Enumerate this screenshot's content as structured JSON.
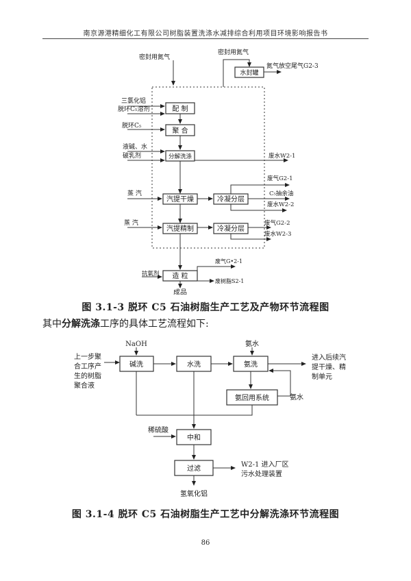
{
  "header": {
    "title": "南京源港精细化工有限公司树脂装置洗涤水减排综合利用项目环境影响报告书"
  },
  "figure1": {
    "inputs": {
      "seal_n2_left": "密封用氮气",
      "seal_n2_right": "密封用氮气",
      "alcl3": "三氯化铝",
      "solvent": "脱环C₅溶剂",
      "c5": "脱环C₅",
      "lye_water": "液碱、水",
      "demulsifier": "破乳剂",
      "steam1": "蒸 汽",
      "steam2": "蒸 汽",
      "antioxidant": "抗氧剂"
    },
    "boxes": {
      "water_seal": "水封罐",
      "prep": "配 制",
      "polymerize": "聚 合",
      "decompose_wash": "分解洗涤",
      "strip_dry": "汽提干燥",
      "condense1": "冷凝分层",
      "strip_refine": "汽提精制",
      "condense2": "冷凝分层",
      "pelletize": "造 粒"
    },
    "outputs": {
      "n2_vent": "氮气放空尾气G2-3",
      "w2_1": "废水W2-1",
      "g2_1": "废气G2-1",
      "c5_raffinate": "C₅抽余油",
      "w2_2": "废水W2-2",
      "g2_2": "废气G2-2",
      "w2_3": "废水W2-3",
      "g_2_1": "废气G•2-1",
      "s2_1": "废树脂S2-1",
      "product": "成品"
    },
    "caption": "图 3.1-3 脱环 C5 石油树脂生产工艺及产物环节流程图"
  },
  "paragraph": {
    "prefix": "其中",
    "bold": "分解洗涤",
    "suffix": "工序的具体工艺流程如下:"
  },
  "figure2": {
    "inputs": {
      "naoh": "NaOH",
      "feed": [
        "上一步聚",
        "合工序产",
        "生的树脂",
        "聚合液"
      ],
      "ammonia_top": "氨水",
      "ammonia_side": "氨水",
      "acid": "稀硫酸"
    },
    "boxes": {
      "alkali_wash": "碱洗",
      "water_wash": "水洗",
      "ammonia_wash": "氨洗",
      "ammonia_recovery": "氨回用系统",
      "neutralize": "中和",
      "filter": "过滤"
    },
    "outputs": {
      "next_unit": [
        "进入后续汽",
        "提干燥、精",
        "制单元"
      ],
      "wastewater": [
        "W2-1 进入厂区",
        "污水处理装置"
      ],
      "al_hydroxide": "氢氧化铝"
    },
    "caption": "图 3.1-4 脱环 C5 石油树脂生产工艺中分解洗涤环节流程图"
  },
  "footer": {
    "page_number": "86"
  }
}
